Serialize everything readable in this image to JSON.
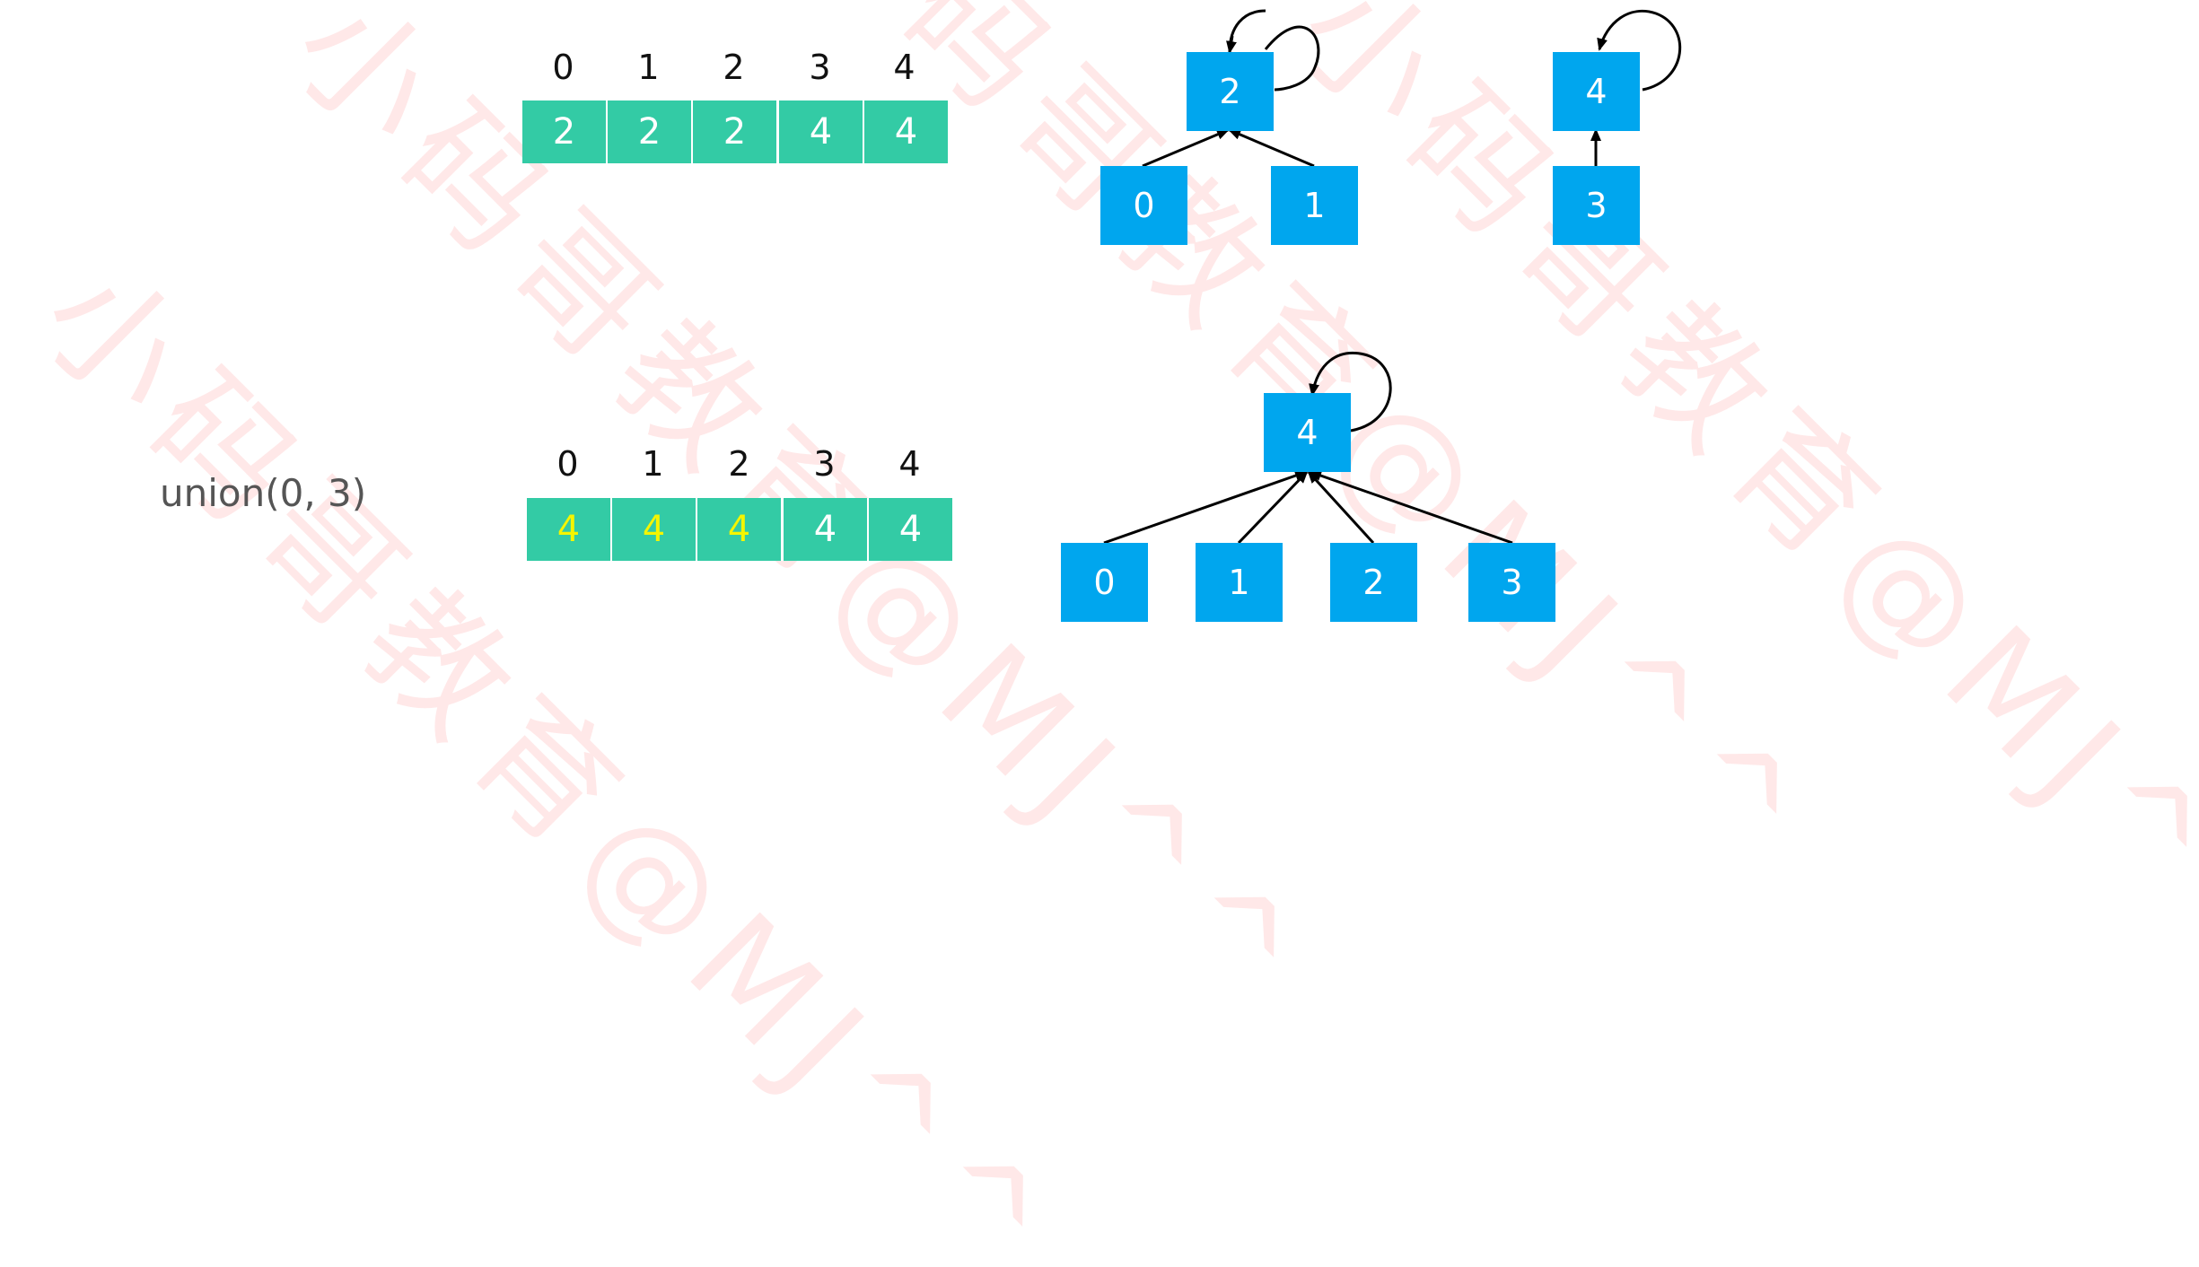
{
  "watermark": "小码哥教育@MJ^^",
  "colors": {
    "cell": "#33cba5",
    "node": "#00a6ee",
    "highlight": "#f5f500"
  },
  "top": {
    "indices": [
      "0",
      "1",
      "2",
      "3",
      "4"
    ],
    "values": [
      "2",
      "2",
      "2",
      "4",
      "4"
    ],
    "tree1": {
      "root": "2",
      "children": [
        "0",
        "1"
      ]
    },
    "tree2": {
      "root": "4",
      "children": [
        "3"
      ]
    }
  },
  "bottom": {
    "operation": "union(0, 3)",
    "indices": [
      "0",
      "1",
      "2",
      "3",
      "4"
    ],
    "values": [
      "4",
      "4",
      "4",
      "4",
      "4"
    ],
    "tree": {
      "root": "4",
      "children": [
        "0",
        "1",
        "2",
        "3"
      ]
    }
  }
}
